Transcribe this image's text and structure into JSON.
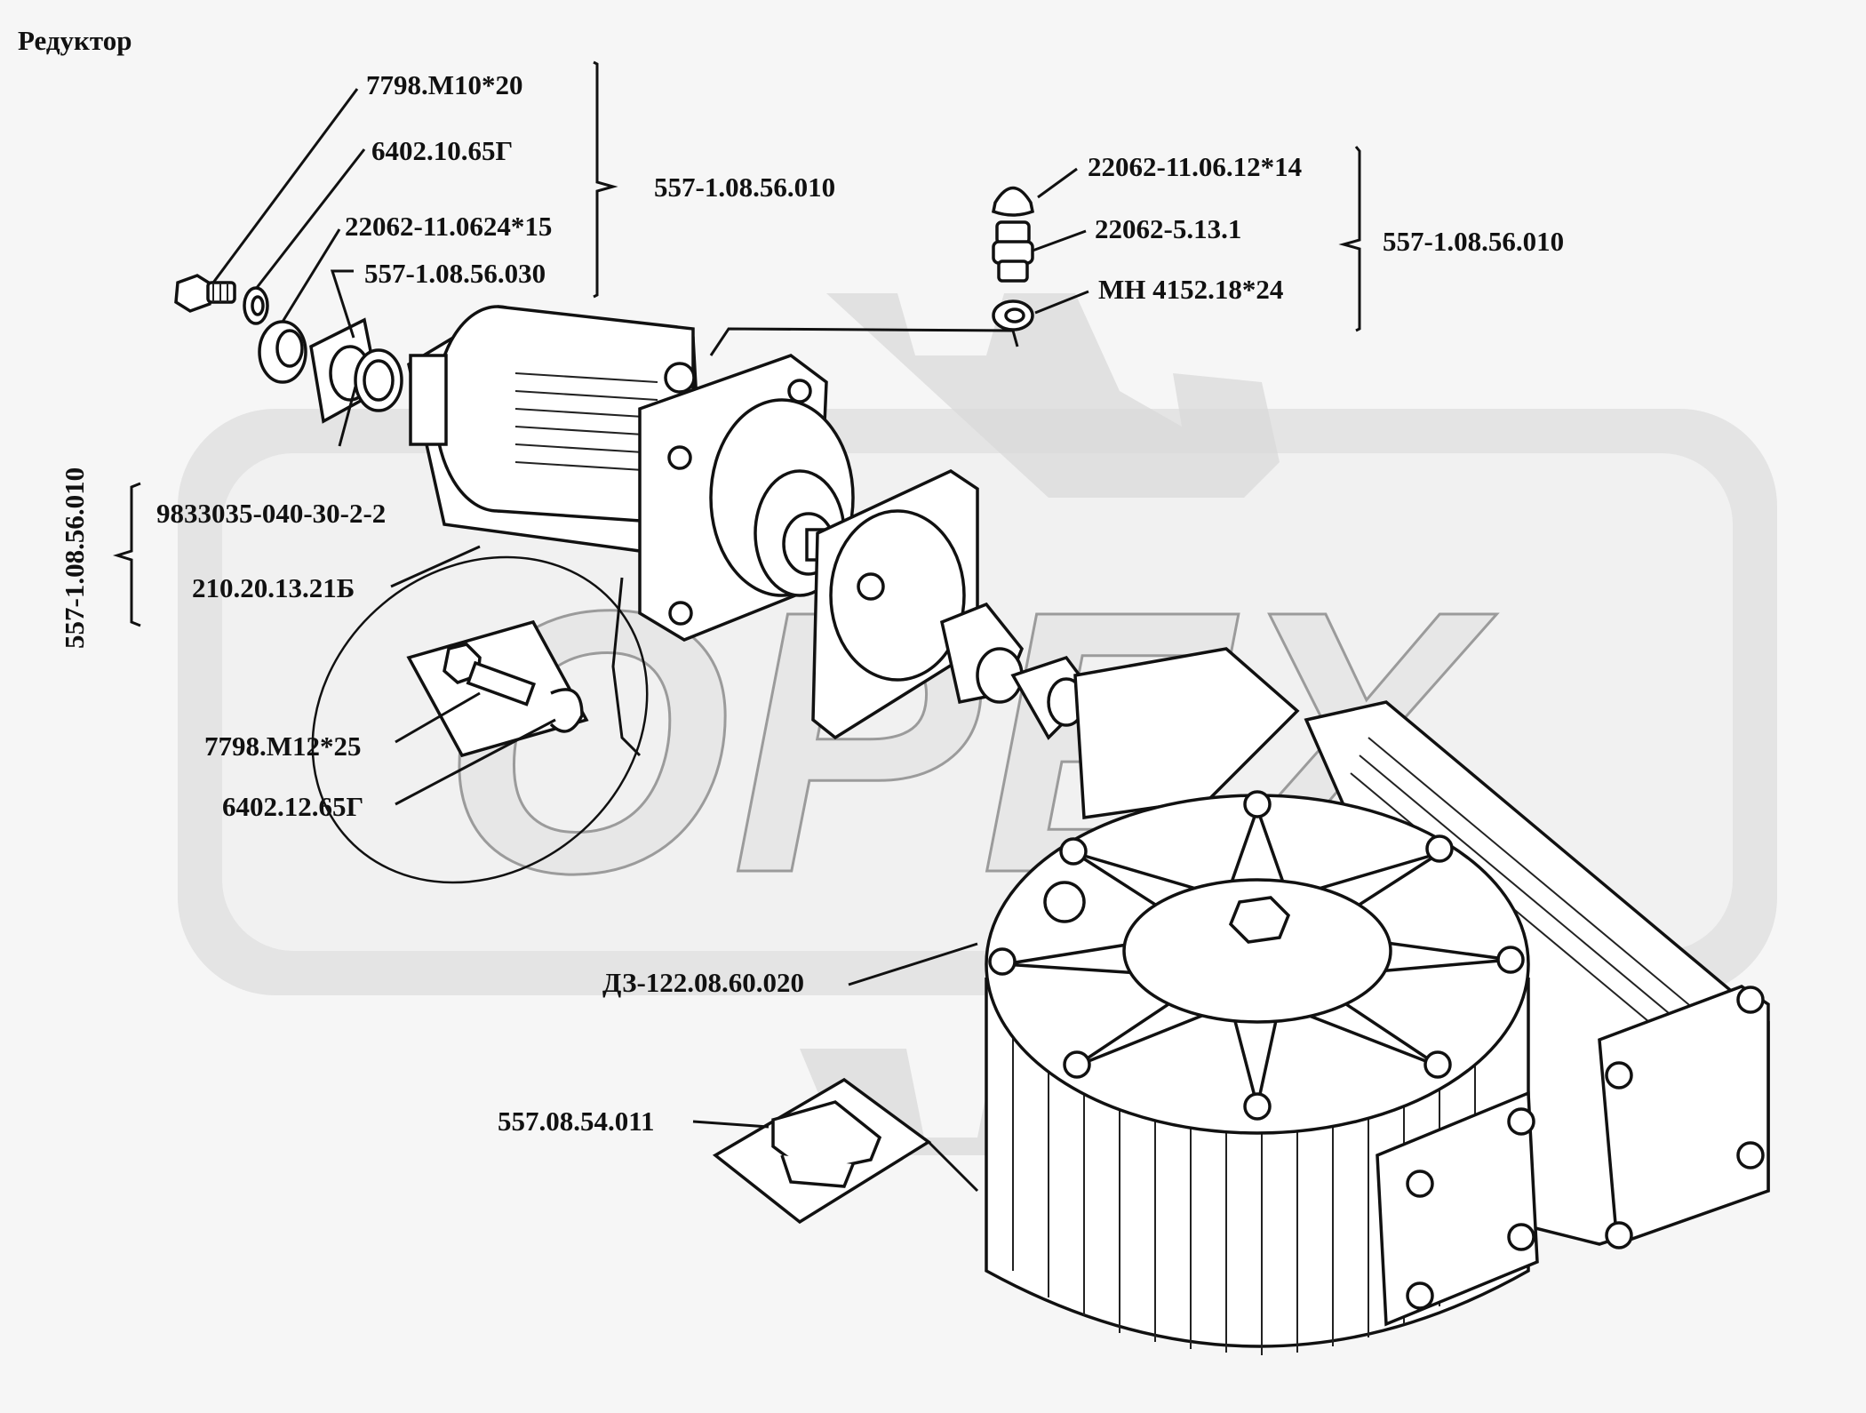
{
  "title": "Редуктор",
  "watermark": {
    "text": "ОРЕХ",
    "color": "#d9d9d9"
  },
  "labels": {
    "bolt_top": "7798.М10*20",
    "washer_top": "6402.10.65Г",
    "ring_top": "22062-11.0624*15",
    "flange": "557-1.08.56.030",
    "group_left_top": "557-1.08.56.010",
    "cap": "22062-11.06.12*14",
    "nipple": "22062-5.13.1",
    "nut_small": "МН 4152.18*24",
    "group_right": "557-1.08.56.010",
    "group_left_vertical": "557-1.08.56.010",
    "motor_part": "9833035-040-30-2-2",
    "motor_housing": "210.20.13.21Б",
    "bolt_mid": "7798.М12*25",
    "washer_mid": "6402.12.65Г",
    "gearbox": "ДЗ-122.08.60.020",
    "plug": "557.08.54.011"
  }
}
